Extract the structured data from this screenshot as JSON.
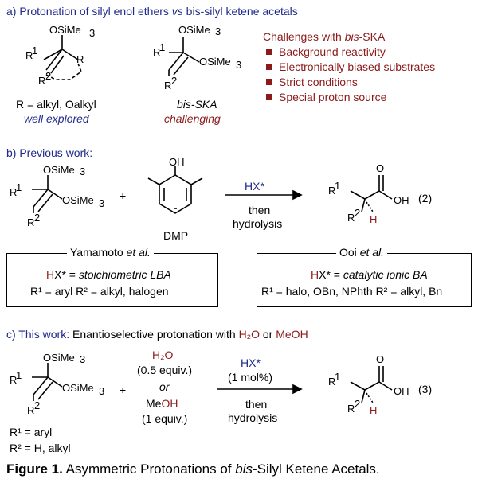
{
  "section_a": {
    "heading": "a) Protonation of silyl enol ethers vs bis-silyl ketene acetals",
    "heading_parts": {
      "p1": "a) Protonation of silyl enol ethers ",
      "vs": "vs",
      "p2": " bis-silyl ketene acetals"
    },
    "mol1": {
      "osime3": "OSiMe",
      "r1": "R",
      "r": "R",
      "r2": "R",
      "sub1": "1",
      "sub2": "2",
      "sub3": "3"
    },
    "mol1_caption": "R = alkyl, Oalkyl",
    "mol1_note": "well explored",
    "mol2": {
      "osime3_top": "OSiMe",
      "osime3_right": "OSiMe",
      "r1": "R",
      "r2": "R"
    },
    "mol2_caption": "bis-SKA",
    "mol2_note": "challenging",
    "challenges_title": "Challenges with bis-SKA",
    "challenges_title_parts": {
      "p1": "Challenges with ",
      "it": "bis",
      "p2": "-SKA"
    },
    "challenges": [
      "Background reactivity",
      "Electronically biased substrates",
      "Strict conditions",
      "Special proton source"
    ]
  },
  "section_b": {
    "heading": "b) Previous work:",
    "plus": "+",
    "dmp_oh": "OH",
    "dmp_label": "DMP",
    "reagent": "HX*",
    "then": "then",
    "hydrolysis": "hydrolysis",
    "product": {
      "o": "O",
      "oh": "OH",
      "h": "H",
      "r1": "R",
      "r2": "R"
    },
    "eq": "(2)",
    "yamamoto": {
      "title_name": "Yamamoto ",
      "title_etal": "et al.",
      "hx_h": "H",
      "hx_rest": "X* = ",
      "hx_val": "stoichiometric LBA",
      "scope": "R¹ = aryl   R² = alkyl, halogen"
    },
    "ooi": {
      "title_name": "Ooi ",
      "title_etal": "et al.",
      "hx_h": "H",
      "hx_rest": "X* = ",
      "hx_val": "catalytic ionic BA",
      "scope": "R¹ = halo, OBn, NPhth   R² = alkyl, Bn"
    }
  },
  "section_c": {
    "heading_p1": "c) This work: ",
    "heading_p2": "Enantioselective protonation with ",
    "h2o": "H₂O",
    "or": "or",
    "meoh": "MeOH",
    "plus": "+",
    "h2o_amount": "(0.5 equiv.)",
    "meoh_amount": "(1 equiv.)",
    "reagent": "HX*",
    "loading": "(1 mol%)",
    "then": "then",
    "hydrolysis": "hydrolysis",
    "eq": "(3)",
    "r1_def": "R¹ = aryl",
    "r2_def": "R² = H, alkyl"
  },
  "caption": {
    "label": "Figure 1.",
    "p1": " Asymmetric Protonations of ",
    "it": "bis",
    "p2": "-Silyl Ketene Acetals."
  },
  "colors": {
    "blue": "#1f2a8c",
    "red": "#8b1a1a"
  }
}
